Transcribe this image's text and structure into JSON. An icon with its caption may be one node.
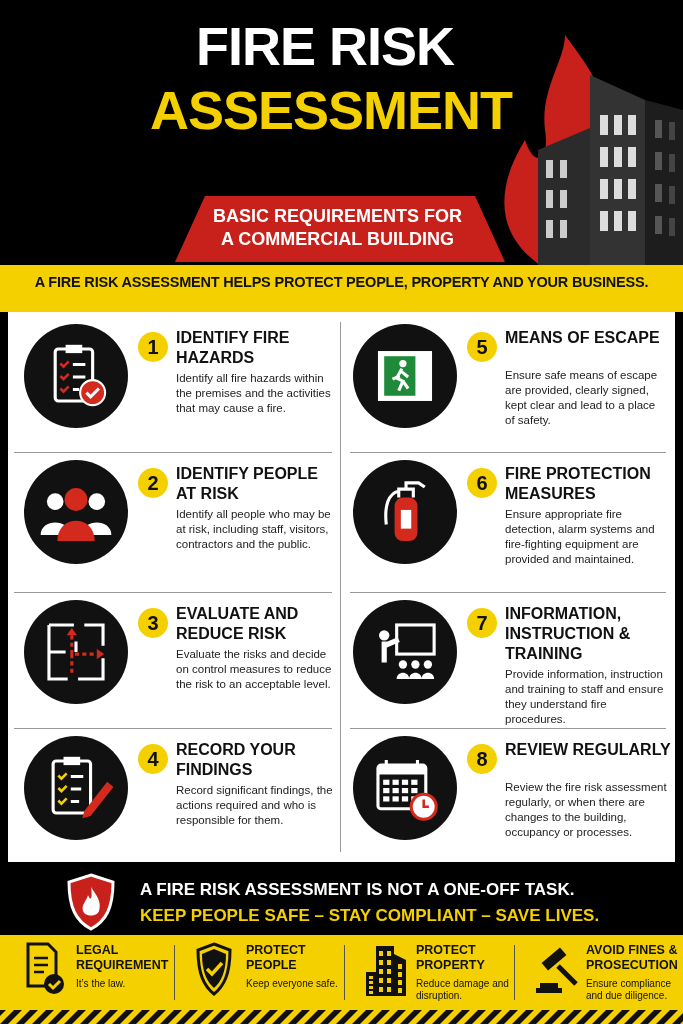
{
  "diagram": {
    "title": "FIRE RISK ASSESSMENT",
    "nodes": [
      {
        "text": [
          "1",
          "IDENTIFY FIRE HAZARDS",
          "Identify all fire hazards within the premises and the activities that may cause a fire."
        ]
      },
      {
        "text": [
          "2",
          "IDENTIFY PEOPLE AT RISK",
          "Identify all people who may be at risk, including staff, visitors, contractors and the public."
        ]
      },
      {
        "text": [
          "3",
          "EVALUATE AND REDUCE RISK",
          "Evaluate the risks and decide on control measures to reduce the risk to an acceptable level."
        ]
      },
      {
        "text": [
          "4",
          "RECORD YOUR FINDINGS",
          "Record significant findings, the actions required and who is responsible for them."
        ]
      },
      {
        "text": [
          "5",
          "MEANS OF ESCAPE",
          "Ensure safe means of escape are provided, clearly signed, kept clear and lead to a place of safety."
        ]
      },
      {
        "text": [
          "6",
          "FIRE PROTECTION MEASURES",
          "Ensure appropriate fire detection, alarm systems and fire-fighting equipment are provided and maintained."
        ]
      },
      {
        "text": [
          "7",
          "INFORMATION, INSTRUCTION & TRAINING",
          "Provide information, instruction and training to staff and ensure they understand fire procedures."
        ]
      },
      {
        "text": [
          "8",
          "REVIEW REGULARLY",
          "Review the fire risk assessment regularly, or when there are changes to the building, occupancy or processes."
        ]
      },
      {
        "text": [
          "LEGAL REQUIREMENT",
          "It’s the law."
        ]
      },
      {
        "text": [
          "PROTECT PEOPLE",
          "Keep everyone safe."
        ]
      },
      {
        "text": [
          "PROTECT PROPERTY",
          "Reduce damage and disruption."
        ]
      },
      {
        "text": [
          "AVOID FINES & PROSECUTION",
          "Ensure compliance and due diligence."
        ]
      }
    ],
    "labels": [
      "BASIC REQUIREMENTS FOR A COMMERCIAL BUILDING",
      "A FIRE RISK ASSESSMENT HELPS PROTECT PEOPLE, PROPERTY AND YOUR BUSINESS.",
      "A FIRE RISK ASSESSMENT IS NOT A ONE-OFF TASK.",
      "KEEP PEOPLE SAFE – STAY COMPLIANT – SAVE LIVES."
    ]
  }
}
